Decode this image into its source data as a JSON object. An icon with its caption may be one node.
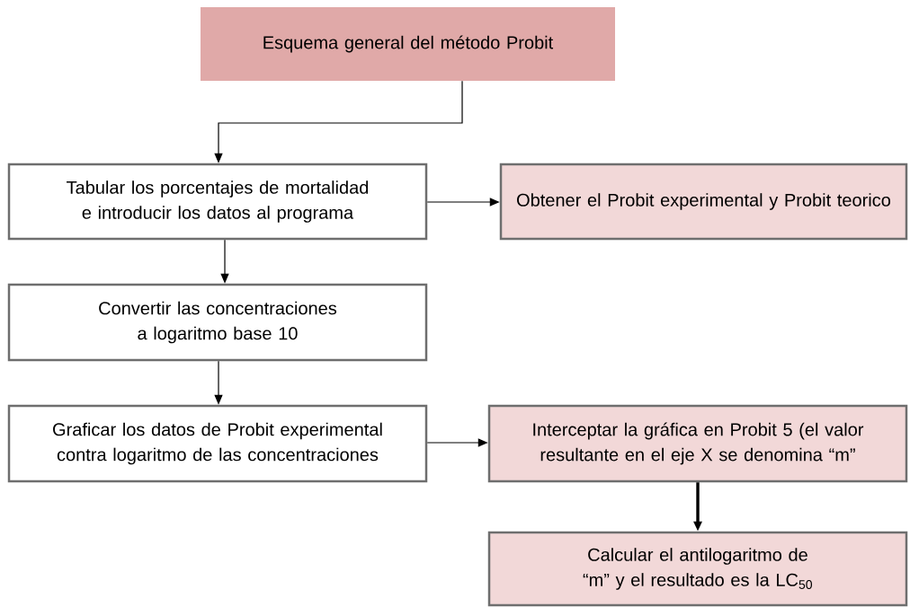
{
  "diagram": {
    "nodes": [
      {
        "text": [
          "Esquema general del método Probit"
        ]
      },
      {
        "text": [
          "Tabular los porcentajes de mortalidad e introducir los datos al programa"
        ]
      },
      {
        "text": [
          "Obtener el Probit experimental y Probit teorico"
        ]
      },
      {
        "text": [
          "Convertir las concentraciones a logaritmo base 10"
        ]
      },
      {
        "text": [
          "Graficar los datos de Probit experimental contra logaritmo de las concentraciones"
        ]
      },
      {
        "text": [
          "Interceptar la gráfica en Probit 5 (el valor resultante en el eje X se denomina “m”"
        ]
      },
      {
        "text": [
          "Calcular el antilogaritmo de “m” y el resultado es la  LC$_{50}$"
        ]
      }
    ],
    "edges": [
      {
        "from": 0,
        "to": 1,
        "arrow": "to"
      },
      {
        "from": 1,
        "to": 2,
        "arrow": "to"
      },
      {
        "from": 1,
        "to": 3,
        "arrow": "to"
      },
      {
        "from": 3,
        "to": 4,
        "arrow": "to"
      },
      {
        "from": 4,
        "to": 5,
        "arrow": "to"
      },
      {
        "from": 5,
        "to": 6,
        "arrow": "to",
        "style": "thick"
      }
    ]
  }
}
